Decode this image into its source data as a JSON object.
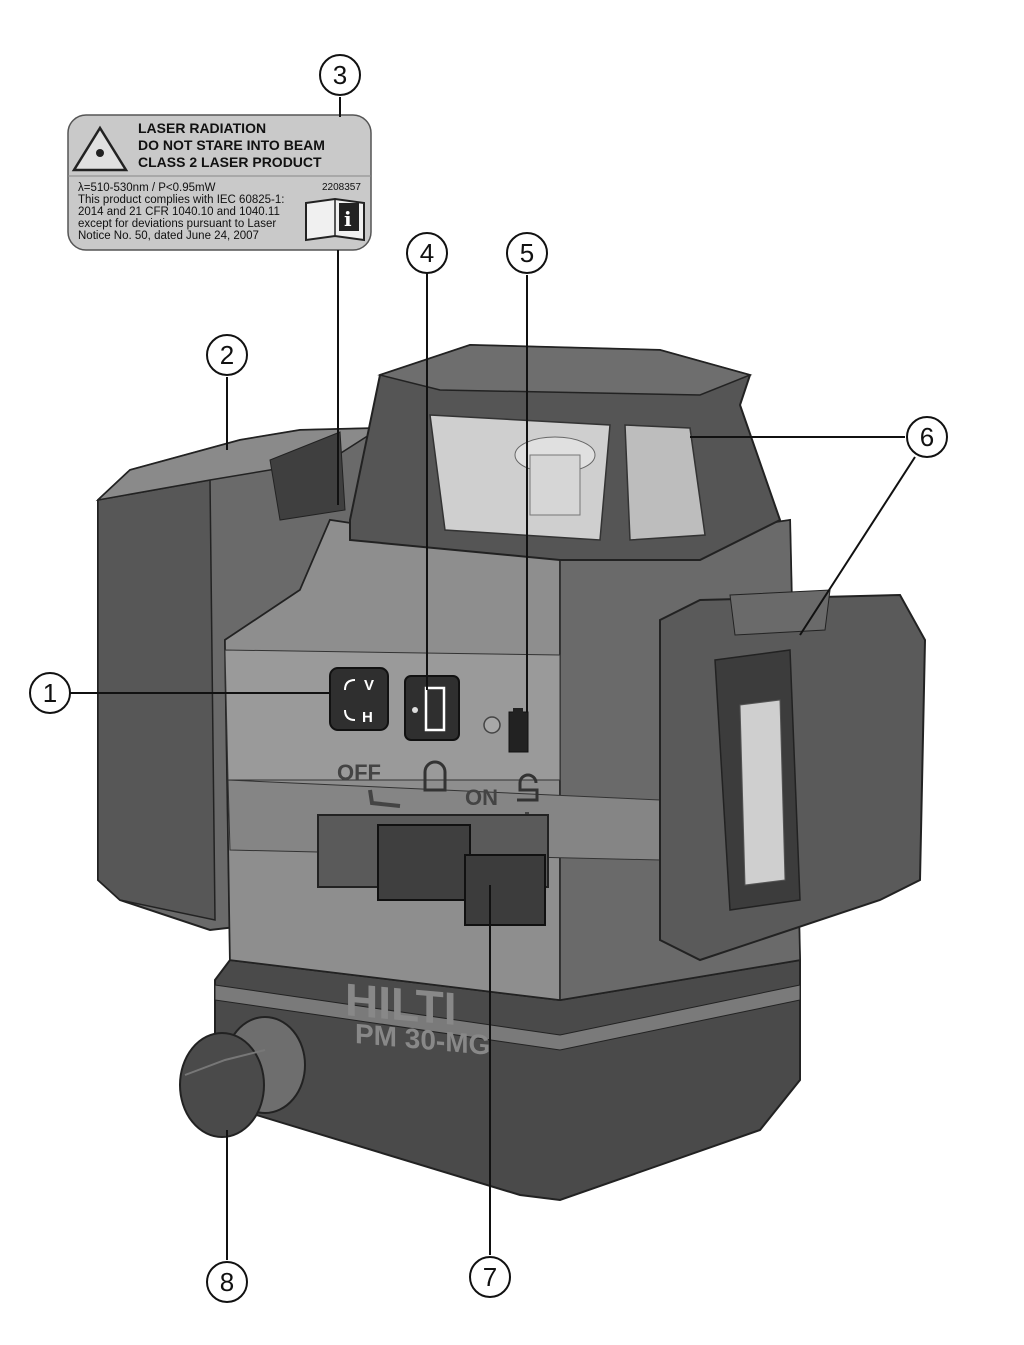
{
  "warning_label": {
    "headline_lines": [
      "LASER RADIATION",
      "DO NOT STARE INTO BEAM",
      "CLASS 2 LASER PRODUCT"
    ],
    "body_lines": [
      "λ=510-530nm / P<0.95mW",
      "This product complies with IEC 60825-1:",
      "2014 and 21 CFR 1040.10 and 1040.11",
      "except for deviations pursuant to Laser",
      "Notice No. 50, dated June 24, 2007"
    ],
    "part_number": "2208357"
  },
  "device": {
    "switch_off_label": "OFF",
    "switch_on_label": "ON",
    "button_v": "V",
    "button_h": "H",
    "brand_text": "HILTI",
    "model_text": "PM 30-MG"
  },
  "callouts": [
    "1",
    "2",
    "3",
    "4",
    "5",
    "6",
    "7",
    "8"
  ],
  "colors": {
    "housing_dark": "#4a4a4a",
    "housing_mid": "#6e6e6e",
    "housing_light": "#9a9a9a",
    "label_bg": "#c9c9c9",
    "line": "#111111"
  }
}
